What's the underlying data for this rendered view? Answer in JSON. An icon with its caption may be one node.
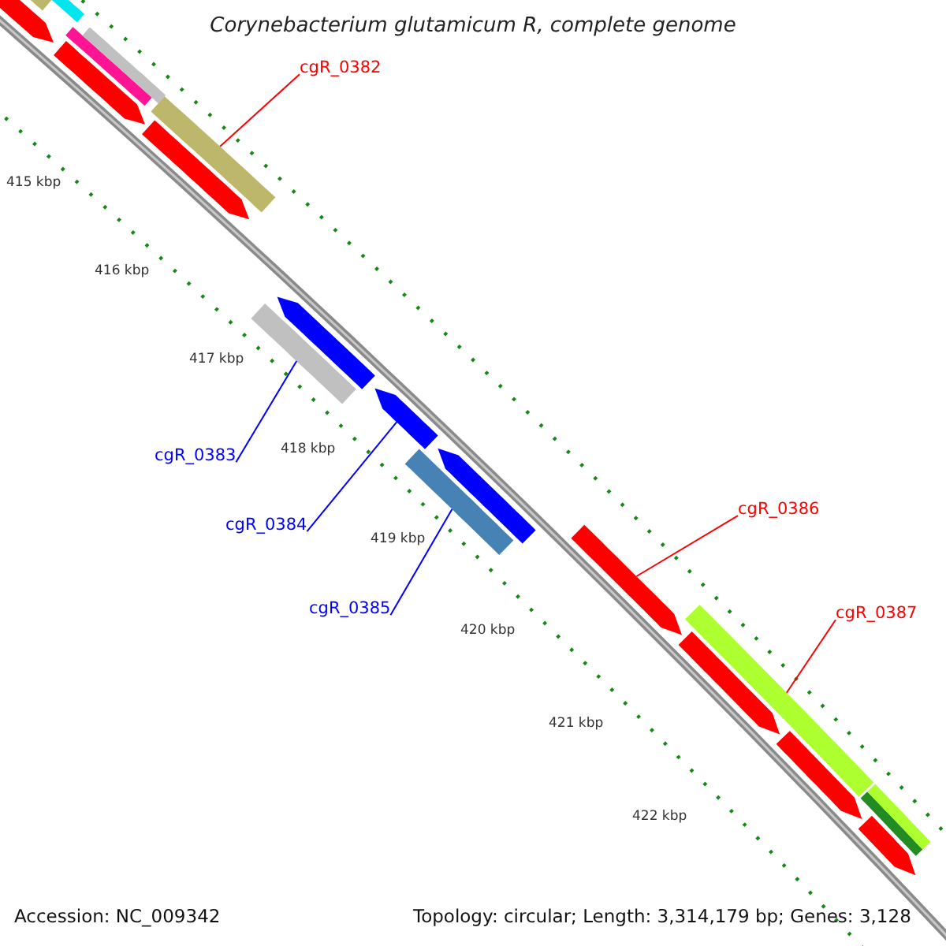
{
  "diagram": {
    "title": "Corynebacterium glutamicum R, complete genome",
    "nodes": [
      {
        "text": [
          "cgR_0382"
        ]
      },
      {
        "text": [],
        "shape": "bar"
      },
      {
        "text": [
          "cgR_0383"
        ]
      },
      {
        "text": [],
        "shape": "bar"
      },
      {
        "text": [
          "cgR_0384"
        ]
      },
      {
        "text": [],
        "shape": "arrow"
      },
      {
        "text": [
          "cgR_0385"
        ]
      },
      {
        "text": [],
        "shape": "bar"
      },
      {
        "text": [
          "cgR_0386"
        ]
      },
      {
        "text": [],
        "shape": "arrow"
      },
      {
        "text": [
          "cgR_0387"
        ]
      },
      {
        "text": [],
        "shape": "bar"
      }
    ],
    "edges": [
      {
        "from": 0,
        "to": 1,
        "arrow": "none",
        "color": "#ff0000"
      },
      {
        "from": 2,
        "to": 3,
        "arrow": "none",
        "color": "#0000ff"
      },
      {
        "from": 4,
        "to": 5,
        "arrow": "none",
        "color": "#0000ff"
      },
      {
        "from": 6,
        "to": 7,
        "arrow": "none",
        "color": "#0000ff"
      },
      {
        "from": 8,
        "to": 9,
        "arrow": "none",
        "color": "#ff0000"
      },
      {
        "from": 10,
        "to": 11,
        "arrow": "none",
        "color": "#ff0000"
      }
    ],
    "labels": [
      "415 kbp",
      "416 kbp",
      "417 kbp",
      "418 kbp",
      "419 kbp",
      "420 kbp",
      "421 kbp",
      "422 kbp",
      "Accession: NC_009342",
      "Topology: circular; Length: 3,314,179 bp; Genes: 3,128"
    ]
  }
}
